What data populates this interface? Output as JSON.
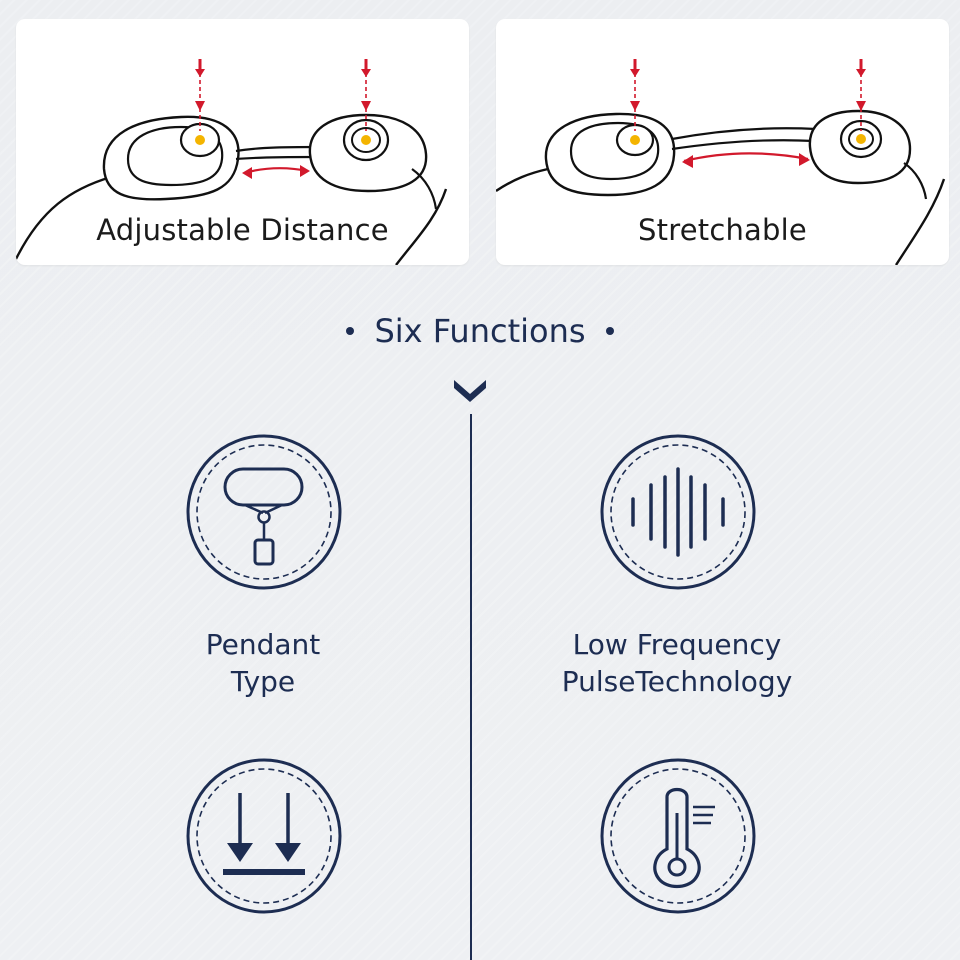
{
  "cards": {
    "left_label": "Adjustable Distance",
    "right_label": "Stretchable"
  },
  "section": {
    "title": "Six Functions"
  },
  "features": [
    {
      "line1": "Pendant",
      "line2": "Type",
      "icon": "pendant-icon"
    },
    {
      "line1": "Low Frequency",
      "line2": "PulseTechnology",
      "icon": "sound-wave-icon"
    },
    {
      "line1": "",
      "line2": "",
      "icon": "down-arrows-icon"
    },
    {
      "line1": "",
      "line2": "",
      "icon": "thermometer-icon"
    }
  ],
  "colors": {
    "navy": "#1d2d52",
    "red_arrow": "#d2192c",
    "pad_dot": "#f4b400"
  }
}
